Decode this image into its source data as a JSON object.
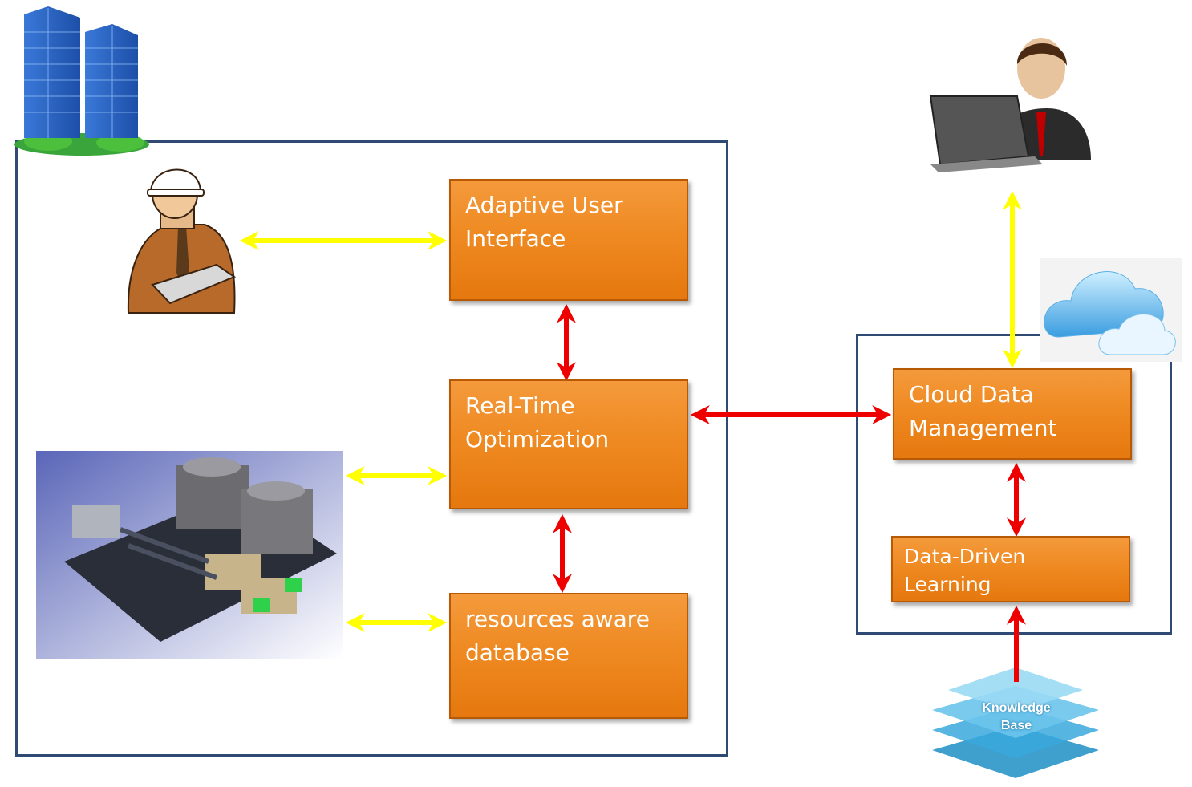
{
  "boxes": {
    "adaptive_ui": "Adaptive User\nInterface",
    "realtime_opt": "Real-Time\nOptimization",
    "resources_db": "resources aware\ndatabase",
    "cloud_data": "Cloud Data\nManagement",
    "data_driven": "Data-Driven\nLearning"
  },
  "knowledge_base": {
    "line1": "Knowledge",
    "line2": "Base"
  },
  "icons": [
    "office-building-icon",
    "engineer-icon",
    "hvac-plant-icon",
    "user-laptop-icon",
    "cloud-icon",
    "knowledge-base-icon"
  ],
  "colors": {
    "box": "#ef8a22",
    "frame": "#2f4a73",
    "arrow_red": "#ee0000",
    "arrow_yellow": "#ffff00"
  }
}
